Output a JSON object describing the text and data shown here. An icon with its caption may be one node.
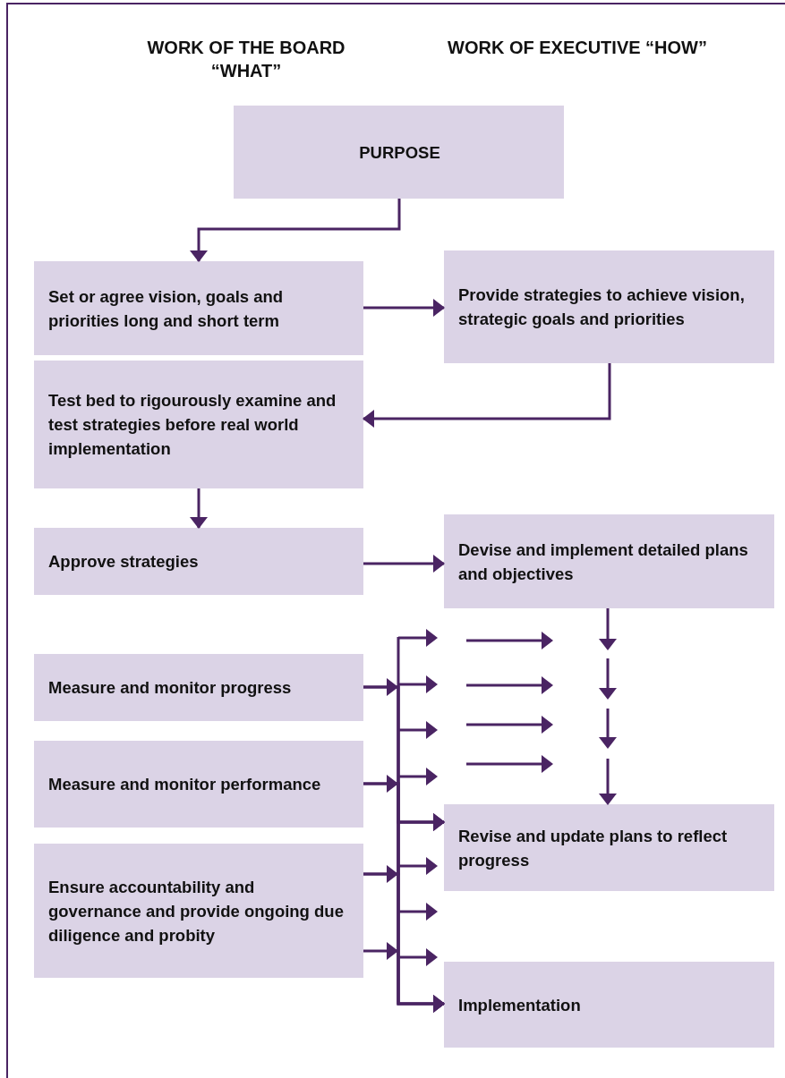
{
  "diagram": {
    "nodes": [
      {
        "text": [
          "PURPOSE"
        ]
      },
      {
        "text": [
          "Set or agree vision, goals and priorities long and short term"
        ]
      },
      {
        "text": [
          "Provide strategies to achieve vision, strategic goals and priorities"
        ]
      },
      {
        "text": [
          "Test bed to rigourously examine and test strategies before real world implementation"
        ]
      },
      {
        "text": [
          "Approve strategies"
        ]
      },
      {
        "text": [
          "Devise and implement detailed plans and objectives"
        ]
      },
      {
        "text": [
          "Measure and monitor progress"
        ]
      },
      {
        "text": [
          "Measure and monitor performance"
        ]
      },
      {
        "text": [
          "Ensure accountability and governance and provide ongoing due diligence and probity"
        ]
      },
      {
        "text": [
          "Revise and update plans to reflect progress"
        ]
      },
      {
        "text": [
          "Implementation"
        ]
      }
    ],
    "edges": [
      {
        "from": 0,
        "to": 1,
        "arrow": "to"
      },
      {
        "from": 1,
        "to": 2,
        "arrow": "to"
      },
      {
        "from": 2,
        "to": 3,
        "arrow": "to"
      },
      {
        "from": 3,
        "to": 4,
        "arrow": "to"
      },
      {
        "from": 4,
        "to": 5,
        "arrow": "to"
      },
      {
        "from": 5,
        "to": 9,
        "arrow": "to",
        "style": "dashed"
      },
      {
        "from": 6,
        "to": 9,
        "arrow": "to"
      },
      {
        "from": 7,
        "to": 9,
        "arrow": "to"
      },
      {
        "from": 8,
        "to": 9,
        "arrow": "to"
      },
      {
        "from": 6,
        "to": 10,
        "arrow": "to"
      },
      {
        "from": 7,
        "to": 10,
        "arrow": "to"
      },
      {
        "from": 8,
        "to": 10,
        "arrow": "to"
      }
    ],
    "labels": [
      "WORK OF THE BOARD “WHAT”",
      "WORK OF EXECUTIVE “HOW”"
    ]
  }
}
